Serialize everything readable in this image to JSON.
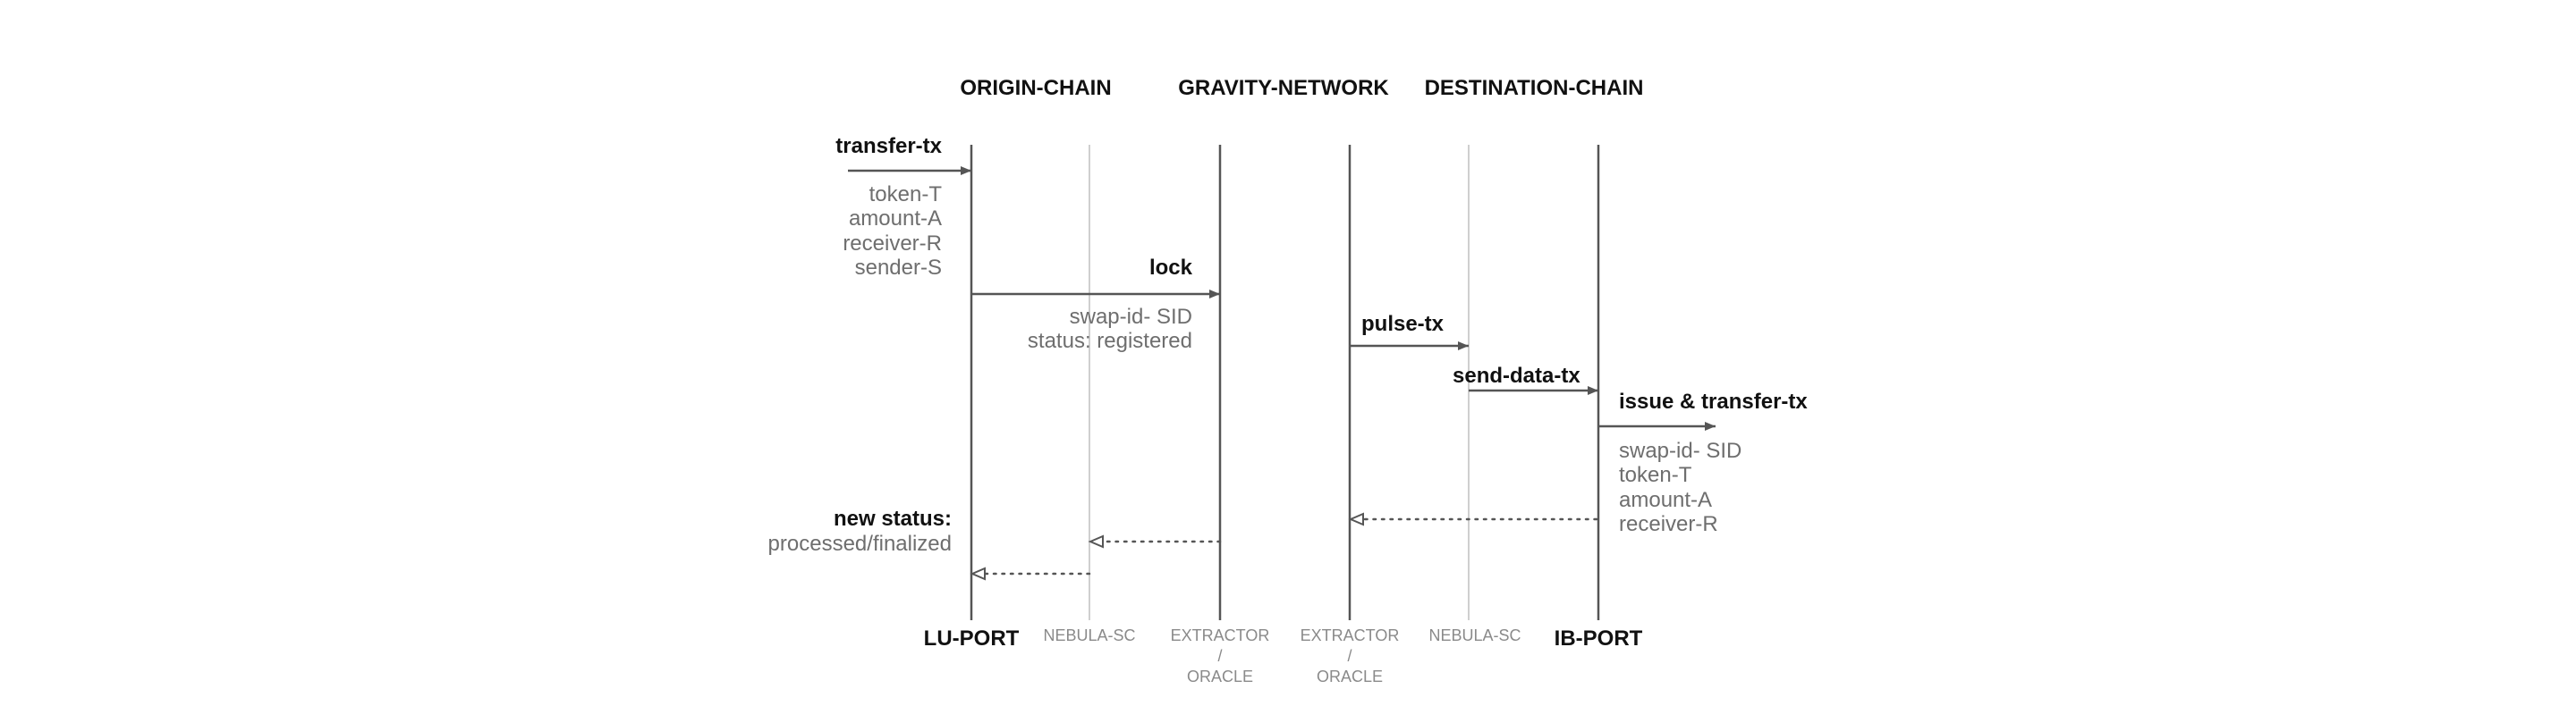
{
  "colors": {
    "lifeline": "#555555",
    "lifeline_light": "#cfcfcf",
    "text": "#111111",
    "muted": "#6e6e6e",
    "footer_small": "#8a8a8a"
  },
  "headers": {
    "origin": "ORIGIN-CHAIN",
    "gravity": "GRAVITY-NETWORK",
    "destination": "DESTINATION-CHAIN"
  },
  "footers": {
    "lu_port": "LU-PORT",
    "nebula_sc_1": "NEBULA-SC",
    "extractor_1": {
      "line1": "EXTRACTOR",
      "line2": "/",
      "line3": "ORACLE"
    },
    "extractor_2": {
      "line1": "EXTRACTOR",
      "line2": "/",
      "line3": "ORACLE"
    },
    "nebula_sc_2": "NEBULA-SC",
    "ib_port": "IB-PORT"
  },
  "messages": {
    "transfer_tx": {
      "label": "transfer-tx",
      "details": [
        "token-T",
        "amount-A",
        "receiver-R",
        "sender-S"
      ]
    },
    "lock": {
      "label": "lock",
      "details": [
        "swap-id- SID",
        "status: registered"
      ]
    },
    "pulse_tx": {
      "label": "pulse-tx"
    },
    "send_data_tx": {
      "label": "send-data-tx"
    },
    "issue_transfer_tx": {
      "label": "issue & transfer-tx",
      "details": [
        "swap-id- SID",
        "token-T",
        "amount-A",
        "receiver-R"
      ]
    },
    "new_status": {
      "label": "new status:",
      "detail": "processed/finalized"
    }
  }
}
